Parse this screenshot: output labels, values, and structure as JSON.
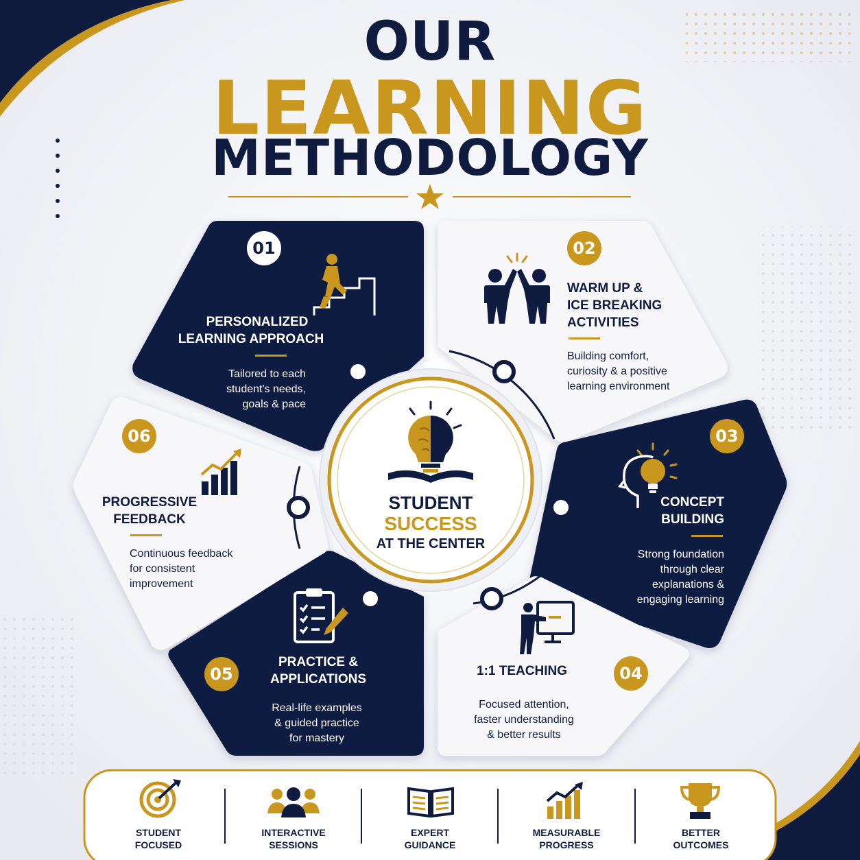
{
  "title": {
    "line1": "OUR",
    "line2": "LEARNING",
    "line3": "METHODOLOGY"
  },
  "colors": {
    "navy": "#0f1c3f",
    "gold": "#c9961e",
    "light": "#f7f7fa"
  },
  "center": {
    "line1": "STUDENT",
    "line2": "SUCCESS",
    "line3": "AT THE CENTER",
    "icon": "lightbulb-brain-book-icon"
  },
  "steps": [
    {
      "number": "01",
      "title_line1": "PERSONALIZED",
      "title_line2": "LEARNING APPROACH",
      "desc_line1": "Tailored to each",
      "desc_line2": "student's needs,",
      "desc_line3": "goals & pace",
      "icon": "climbing-stairs-icon"
    },
    {
      "number": "02",
      "title_line1": "WARM UP &",
      "title_line2": "ICE BREAKING",
      "title_line3": "ACTIVITIES",
      "desc_line1": "Building comfort,",
      "desc_line2": "curiosity & a positive",
      "desc_line3": "learning environment",
      "icon": "high-five-icon"
    },
    {
      "number": "03",
      "title_line1": "CONCEPT",
      "title_line2": "BUILDING",
      "desc_line1": "Strong foundation",
      "desc_line2": "through clear",
      "desc_line3": "explanations &",
      "desc_line4": "engaging learning",
      "icon": "head-lightbulb-icon"
    },
    {
      "number": "04",
      "title_line1": "1:1 TEACHING",
      "desc_line1": "Focused attention,",
      "desc_line2": "faster understanding",
      "desc_line3": "& better results",
      "icon": "teacher-board-icon"
    },
    {
      "number": "05",
      "title_line1": "PRACTICE &",
      "title_line2": "APPLICATIONS",
      "desc_line1": "Real-life examples",
      "desc_line2": "& guided practice",
      "desc_line3": "for mastery",
      "icon": "clipboard-checklist-icon"
    },
    {
      "number": "06",
      "title_line1": "PROGRESSIVE",
      "title_line2": "FEEDBACK",
      "desc_line1": "Continuous feedback",
      "desc_line2": "for consistent",
      "desc_line3": "improvement",
      "icon": "bar-chart-growth-icon"
    }
  ],
  "features": [
    {
      "line1": "STUDENT",
      "line2": "FOCUSED",
      "icon": "target-icon"
    },
    {
      "line1": "INTERACTIVE",
      "line2": "SESSIONS",
      "icon": "group-icon"
    },
    {
      "line1": "EXPERT",
      "line2": "GUIDANCE",
      "icon": "open-book-icon"
    },
    {
      "line1": "MEASURABLE",
      "line2": "PROGRESS",
      "icon": "growth-chart-icon"
    },
    {
      "line1": "BETTER",
      "line2": "OUTCOMES",
      "icon": "trophy-icon"
    }
  ]
}
